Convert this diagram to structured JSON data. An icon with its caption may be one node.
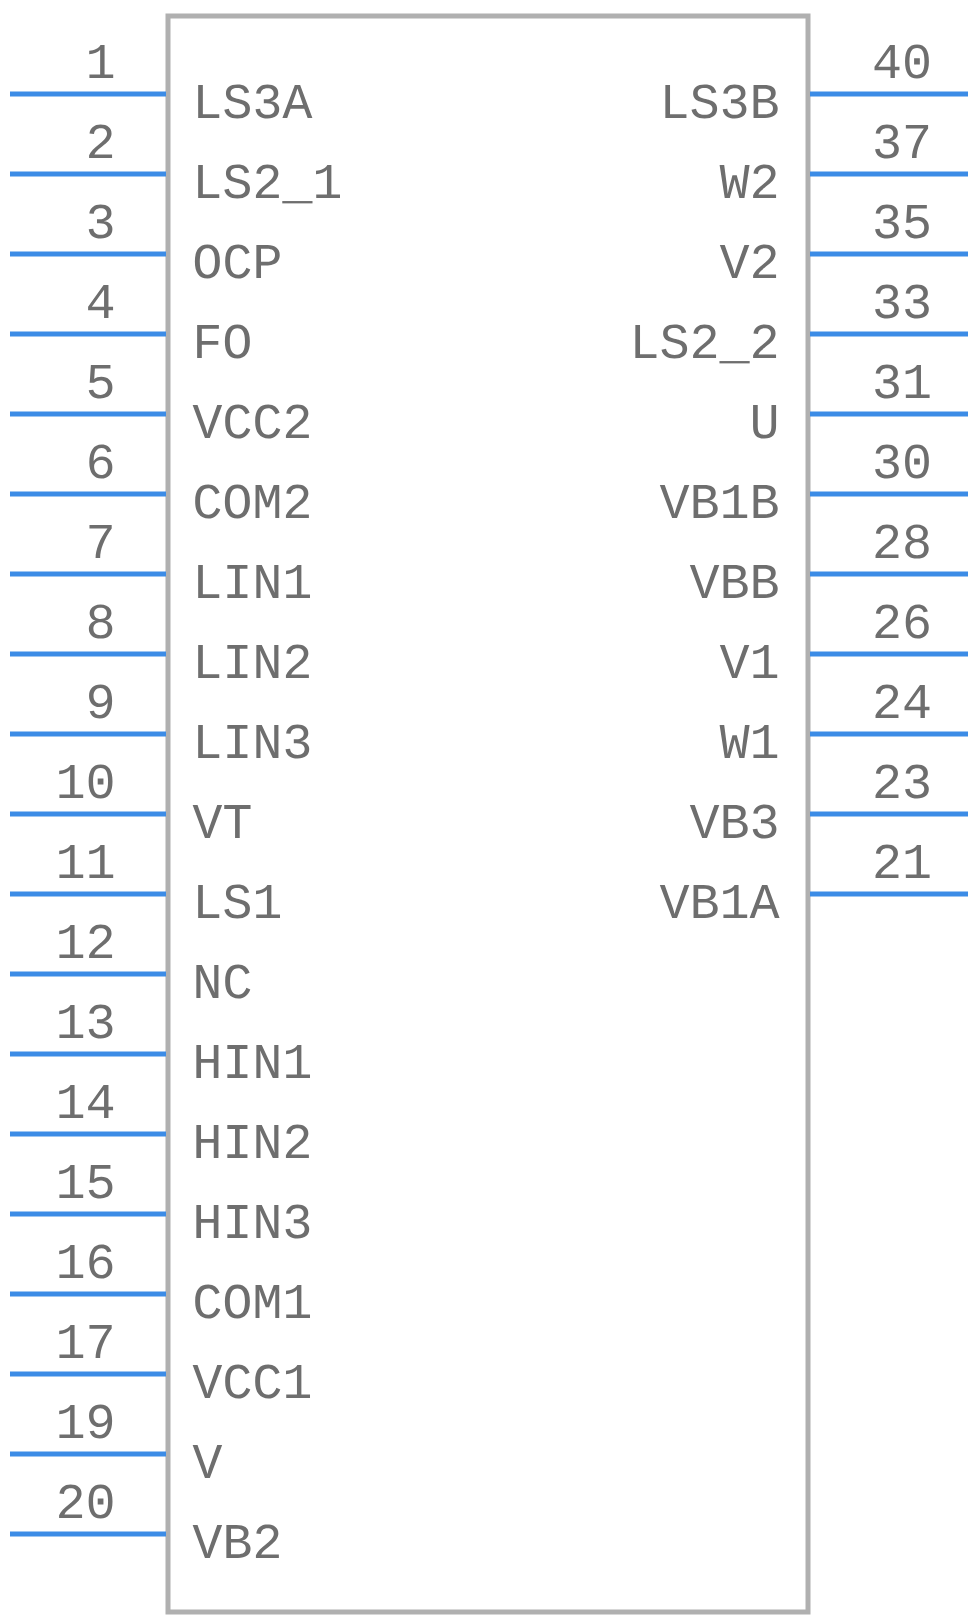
{
  "diagram": {
    "nodes": [
      {
        "text": [],
        "shape": "box"
      }
    ],
    "labels": [
      "1",
      "LS3A",
      "2",
      "LS2_1",
      "3",
      "OCP",
      "4",
      "FO",
      "5",
      "VCC2",
      "6",
      "COM2",
      "7",
      "LIN1",
      "8",
      "LIN2",
      "9",
      "LIN3",
      "10",
      "VT",
      "11",
      "LS1",
      "12",
      "NC",
      "13",
      "HIN1",
      "14",
      "HIN2",
      "15",
      "HIN3",
      "16",
      "COM1",
      "17",
      "VCC1",
      "19",
      "V",
      "20",
      "VB2",
      "40",
      "LS3B",
      "37",
      "W2",
      "35",
      "V2",
      "33",
      "LS2_2",
      "31",
      "U",
      "30",
      "VB1B",
      "28",
      "VBB",
      "26",
      "V1",
      "24",
      "W1",
      "23",
      "VB3",
      "21",
      "VB1A"
    ]
  }
}
